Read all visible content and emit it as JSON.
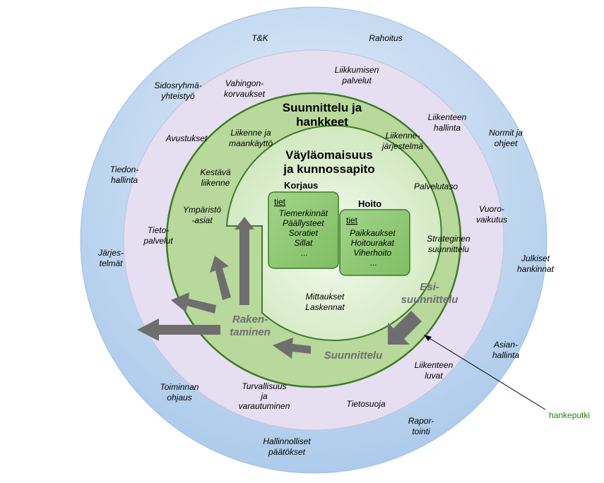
{
  "colors": {
    "outer_ring": "#b7d0ea",
    "middle_ring": "#e6def1",
    "green_ring": "#b8d89c",
    "inner_circle": "#dff0d2",
    "box": "#8cc772",
    "arrow": "#6e6e6e",
    "annotation": "#2a7d12"
  },
  "outer": {
    "tk": "T&K",
    "rahoitus": "Rahoitus",
    "sidosryhma": [
      "Sidosryhmä-",
      "yhteistyö"
    ],
    "normit": [
      "Normit ja",
      "ohjeet"
    ],
    "tiedonhallinta": [
      "Tiedon-",
      "hallinta"
    ],
    "vuorovaikutus": [
      "Vuoro-",
      "vaikutus"
    ],
    "jarjestelmat": [
      "Järjes-",
      "telmät"
    ],
    "julkiset": [
      "Julkiset",
      "hankinnat"
    ],
    "asianhallinta": [
      "Asian-",
      "hallinta"
    ],
    "toiminnan": [
      "Toiminnan",
      "ohjaus"
    ],
    "raportointi": [
      "Rapor-",
      "tointi"
    ],
    "hallinnolliset": [
      "Hallinnolliset",
      "päätökset"
    ]
  },
  "middle": {
    "liikkumisen": [
      "Liikkumisen",
      "palvelut"
    ],
    "vahingon": [
      "Vahingon-",
      "korvaukset"
    ],
    "liikenteen_hallinta": [
      "Liikenteen",
      "hallinta"
    ],
    "avustukset": "Avustukset",
    "tietopalvelut": [
      "Tieto-",
      "palvelut"
    ],
    "liikenteen_luvat": [
      "Liikenteen",
      "luvat"
    ],
    "turvallisuus": [
      "Turvallisuus",
      "ja",
      "varautuminen"
    ],
    "tietosuoja": "Tietosuoja"
  },
  "green": {
    "title": [
      "Suunnittelu ja",
      "hankkeet"
    ],
    "liikenne": [
      "Liikenne ja",
      "maankäyttö"
    ],
    "liikennejarjestelma": [
      "Liikenne-",
      "järjestelmä"
    ],
    "kestava": [
      "Kestävä",
      "liikenne"
    ],
    "palvelutaso": "Palvelutaso",
    "ymparisto": [
      "Ympäristö",
      "-asiat"
    ],
    "strateginen": [
      "Strateginen",
      "suunnittelu"
    ]
  },
  "inner": {
    "title": [
      "Väyläomaisuus",
      "ja kunnossapito"
    ],
    "mittaukset": [
      "Mittaukset",
      "Laskennat"
    ]
  },
  "korjaus": {
    "title": "Korjaus",
    "tag": "tiet",
    "items": [
      "Tiemerkinnät",
      "Päällysteet",
      "Soratiet",
      "Sillat",
      "..."
    ]
  },
  "hoito": {
    "title": "Hoito",
    "tag": "tiet",
    "items": [
      "Paikkaukset",
      "Hoitourakat",
      "Viherhoito",
      "..."
    ]
  },
  "pipeline": {
    "esisuunnittelu": [
      "Esi-",
      "suunnittelu"
    ],
    "suunnittelu": "Suunnittelu",
    "rakentaminen": [
      "Raken-",
      "taminen"
    ]
  },
  "annotation": "hankeputki"
}
